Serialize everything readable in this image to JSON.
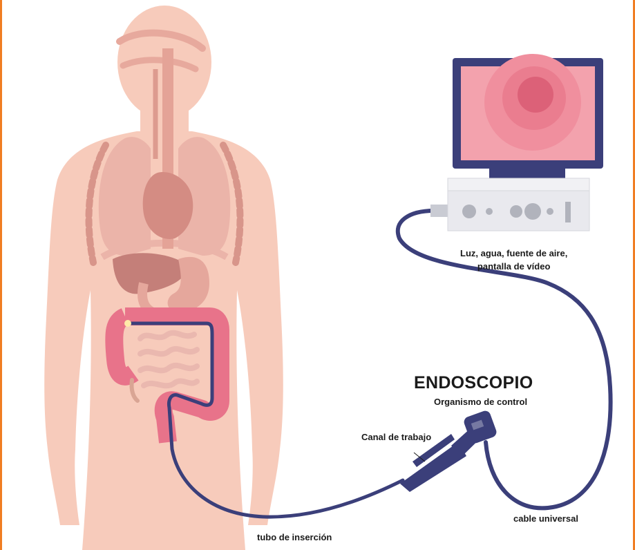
{
  "title": "ENDOSCOPIO",
  "labels": {
    "control": "Organismo de control",
    "source_line1": "Luz, agua, fuente de aire,",
    "source_line2": "pantalla de vídeo",
    "working_channel": "Canal de trabajo",
    "universal_cable": "cable universal",
    "insertion_tube": "tubo de inserción"
  },
  "colors": {
    "frame": "#f07d22",
    "body": "#f7cbbb",
    "organs": "#e9a89c",
    "colon": "#e8738a",
    "scope": "#3b3f7a",
    "monitor_frame": "#3b3f7a",
    "screen": "#f3a2ad",
    "console": "#e9e9ee"
  }
}
